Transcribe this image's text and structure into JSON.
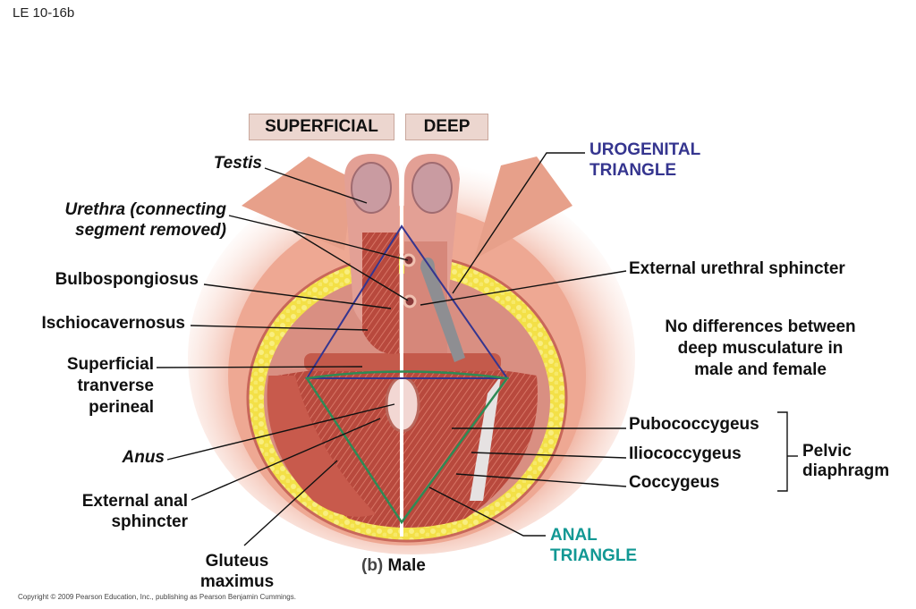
{
  "figure_id": "LE 10-16b",
  "view_tags": {
    "superficial": "SUPERFICIAL",
    "deep": "DEEP"
  },
  "left_labels": {
    "testis": "Testis",
    "urethra_line1": "Urethra (connecting",
    "urethra_line2": "segment removed)",
    "bulbospongiosus": "Bulbospongiosus",
    "ischiocavernosus": "Ischiocavernosus",
    "stp_line1": "Superficial",
    "stp_line2": "tranverse",
    "stp_line3": "perineal",
    "anus": "Anus",
    "eas_line1": "External anal",
    "eas_line2": "sphincter",
    "gluteus_line1": "Gluteus",
    "gluteus_line2": "maximus"
  },
  "right_labels": {
    "urogenital_line1": "UROGENITAL",
    "urogenital_line2": "TRIANGLE",
    "external_urethral_sphincter": "External urethral sphincter",
    "note_line1": "No differences  between",
    "note_line2": "deep musculature in",
    "note_line3": "male and female",
    "pubococcygeus": "Pubococcygeus",
    "iliococcygeus": "Iliococcygeus",
    "coccygeus": "Coccygeus",
    "pelvic_line1": "Pelvic",
    "pelvic_line2": "diaphragm",
    "anal_line1": "ANAL",
    "anal_line2": "TRIANGLE"
  },
  "caption": {
    "part": "(b)",
    "title": "Male"
  },
  "copyright": "Copyright © 2009 Pearson Education, Inc., publishing as Pearson Benjamin Cummings.",
  "colors": {
    "urogenital": "#35358f",
    "anal": "#129894",
    "anal_line": "#2e8a55",
    "skin": "#f0b4a2",
    "fat": "#f3e24a",
    "muscle": "#b94a3e",
    "tag_bg": "#ecd6cf"
  }
}
